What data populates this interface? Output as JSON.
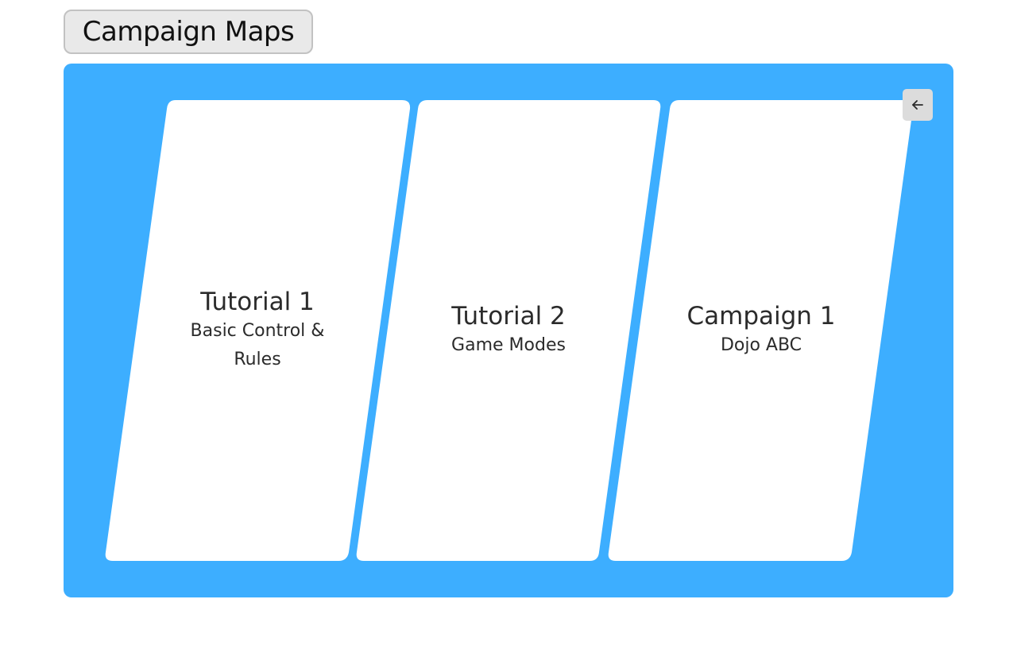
{
  "header": {
    "title_button": "Campaign Maps"
  },
  "colors": {
    "panel": "#3daeff",
    "card": "#ffffff",
    "text": "#2b2b2b",
    "button_bg": "#e9e9e9",
    "back_button_bg": "#dcdcdc"
  },
  "cards": [
    {
      "title": "Tutorial 1",
      "subtitle": "Basic Control & Rules"
    },
    {
      "title": "Tutorial 2",
      "subtitle": "Game Modes"
    },
    {
      "title": "Campaign 1",
      "subtitle": "Dojo ABC"
    }
  ],
  "back_button": {
    "icon": "arrow-left-icon"
  }
}
